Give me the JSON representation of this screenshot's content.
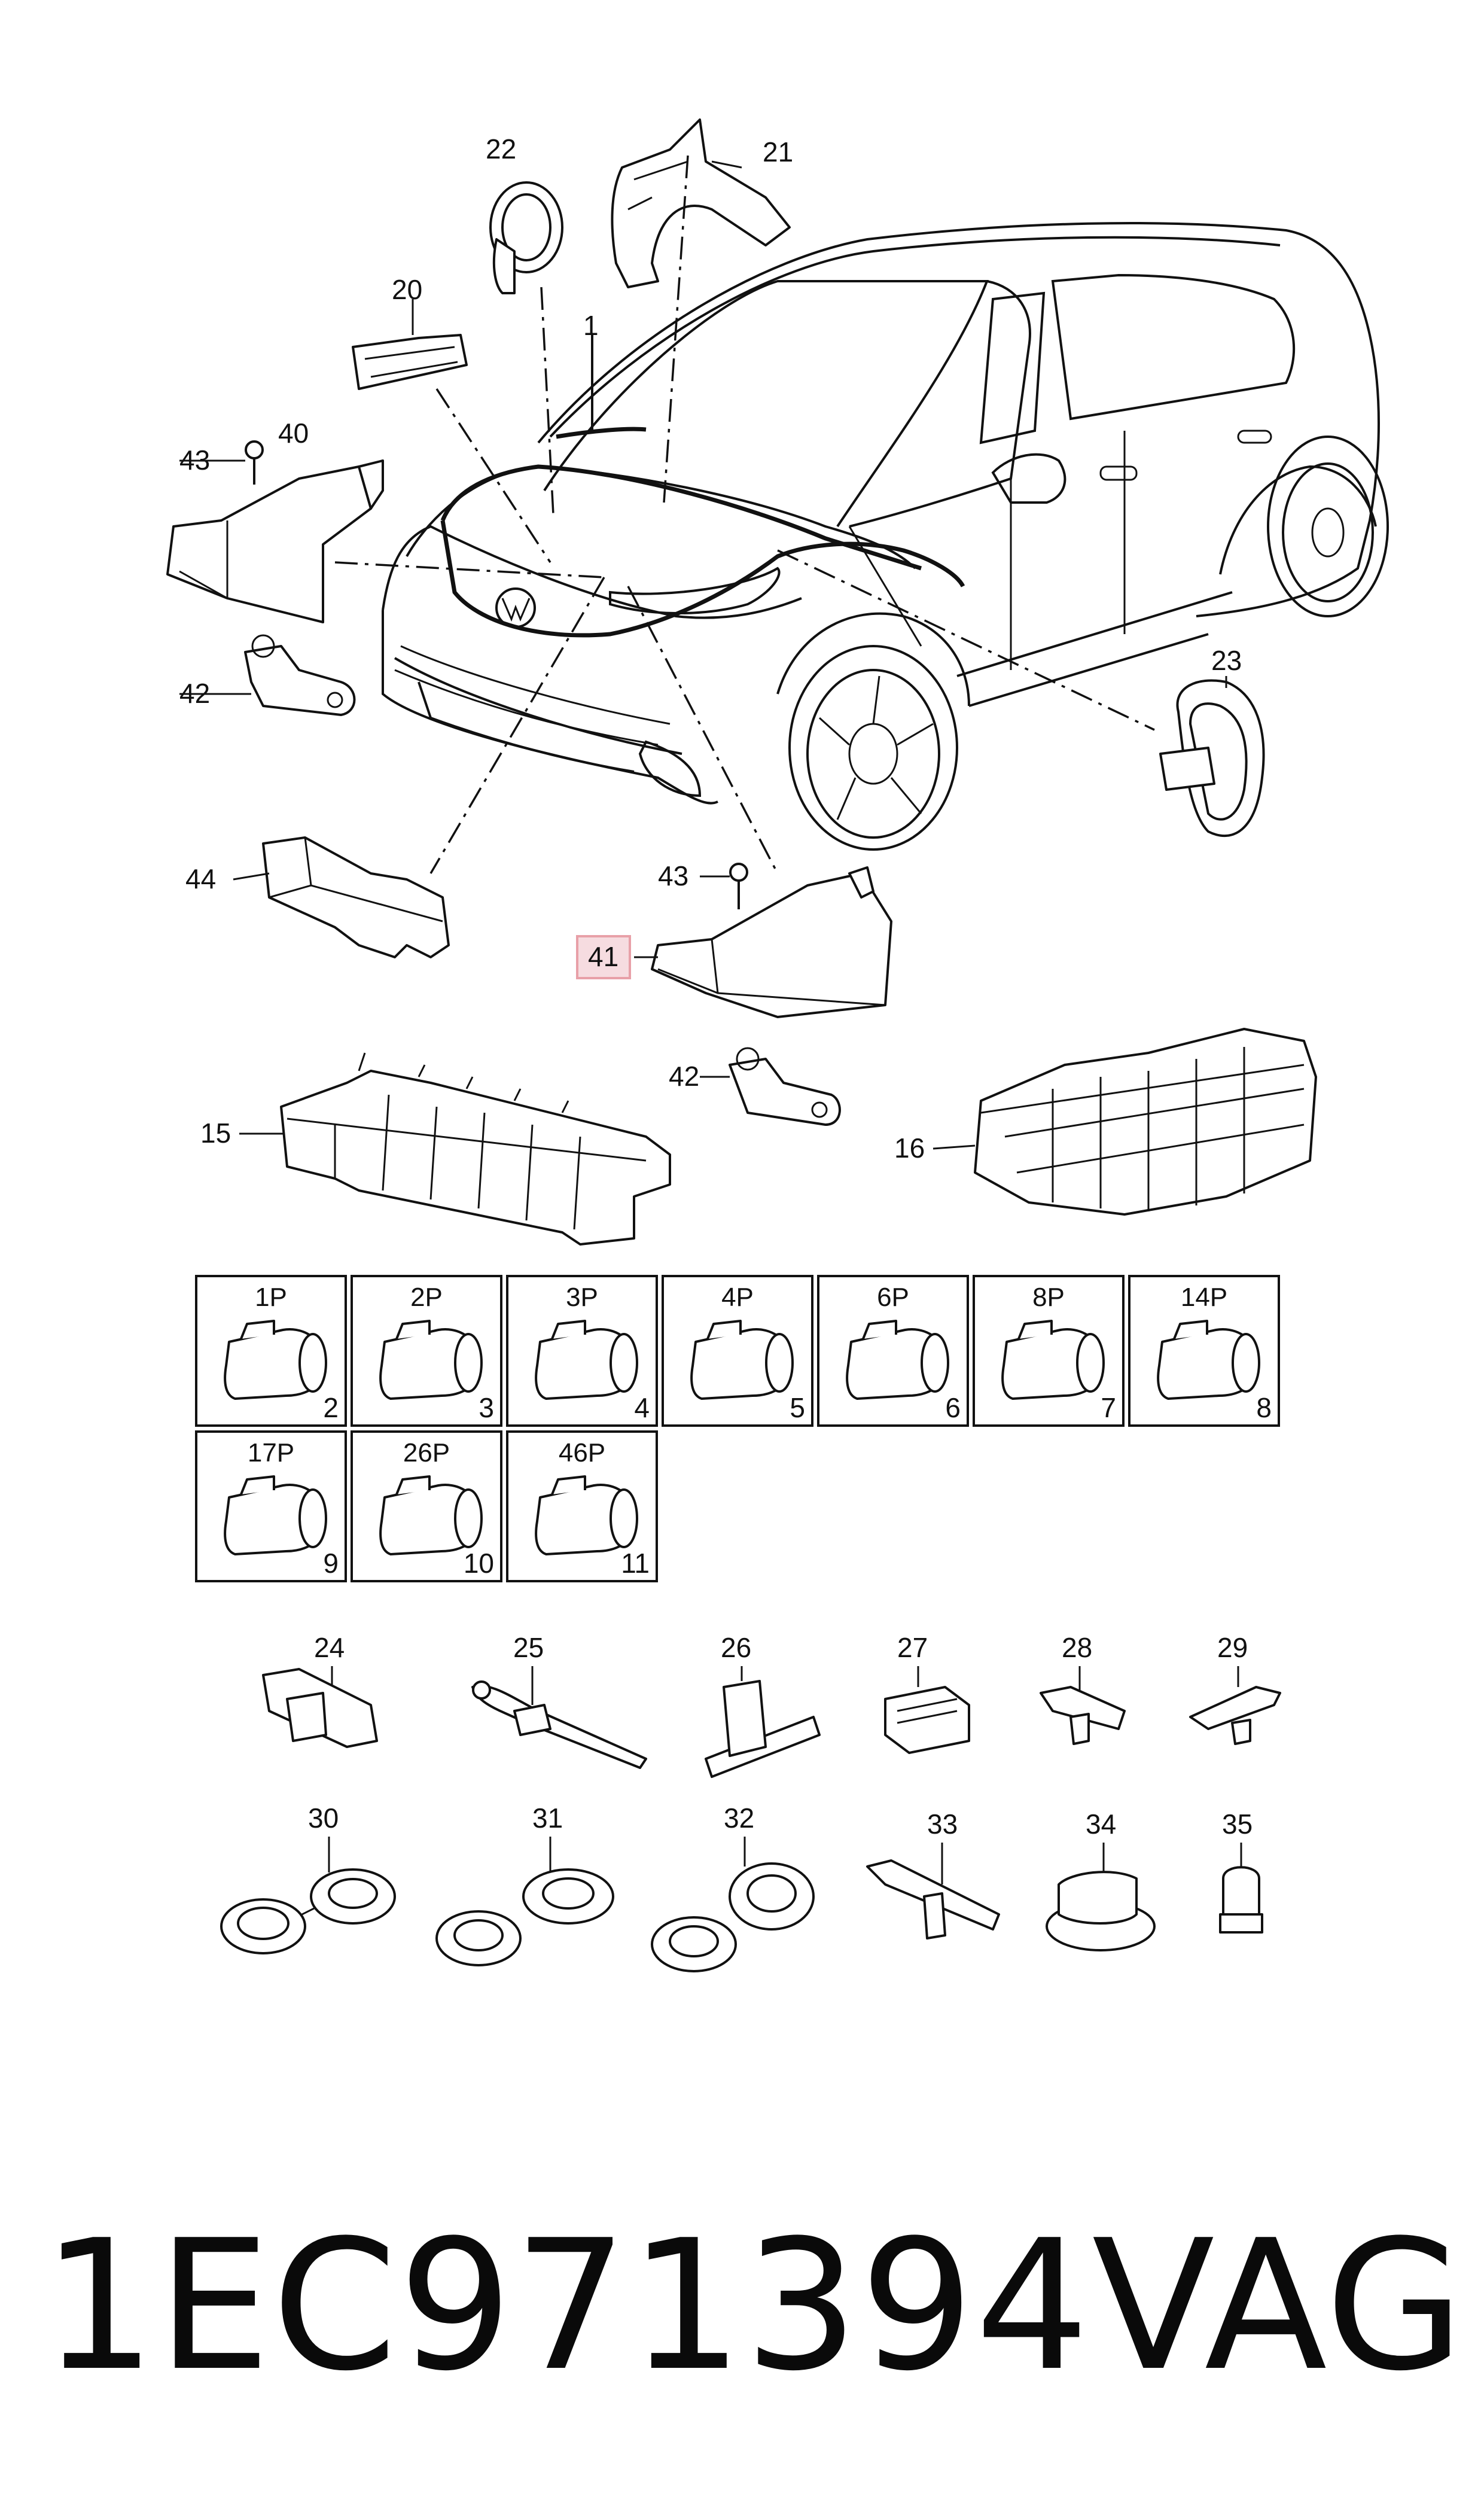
{
  "callouts": {
    "c1": "1",
    "c15": "15",
    "c16": "16",
    "c20": "20",
    "c21": "21",
    "c22": "22",
    "c23": "23",
    "c40": "40",
    "c41": "41",
    "c42a": "42",
    "c42b": "42",
    "c43a": "43",
    "c43b": "43",
    "c44": "44",
    "c24": "24",
    "c25": "25",
    "c26": "26",
    "c27": "27",
    "c28": "28",
    "c29": "29",
    "c30": "30",
    "c31": "31",
    "c32": "32",
    "c33": "33",
    "c34": "34",
    "c35": "35"
  },
  "connectors": [
    {
      "label": "1P",
      "number": "2"
    },
    {
      "label": "2P",
      "number": "3"
    },
    {
      "label": "3P",
      "number": "4"
    },
    {
      "label": "4P",
      "number": "5"
    },
    {
      "label": "6P",
      "number": "6"
    },
    {
      "label": "8P",
      "number": "7"
    },
    {
      "label": "14P",
      "number": "8"
    },
    {
      "label": "17P",
      "number": "9"
    },
    {
      "label": "26P",
      "number": "10"
    },
    {
      "label": "46P",
      "number": "11"
    }
  ],
  "highlight_color": "#e8a0a8",
  "footer": {
    "part_number": "1EC971394",
    "brand": "VAG"
  }
}
